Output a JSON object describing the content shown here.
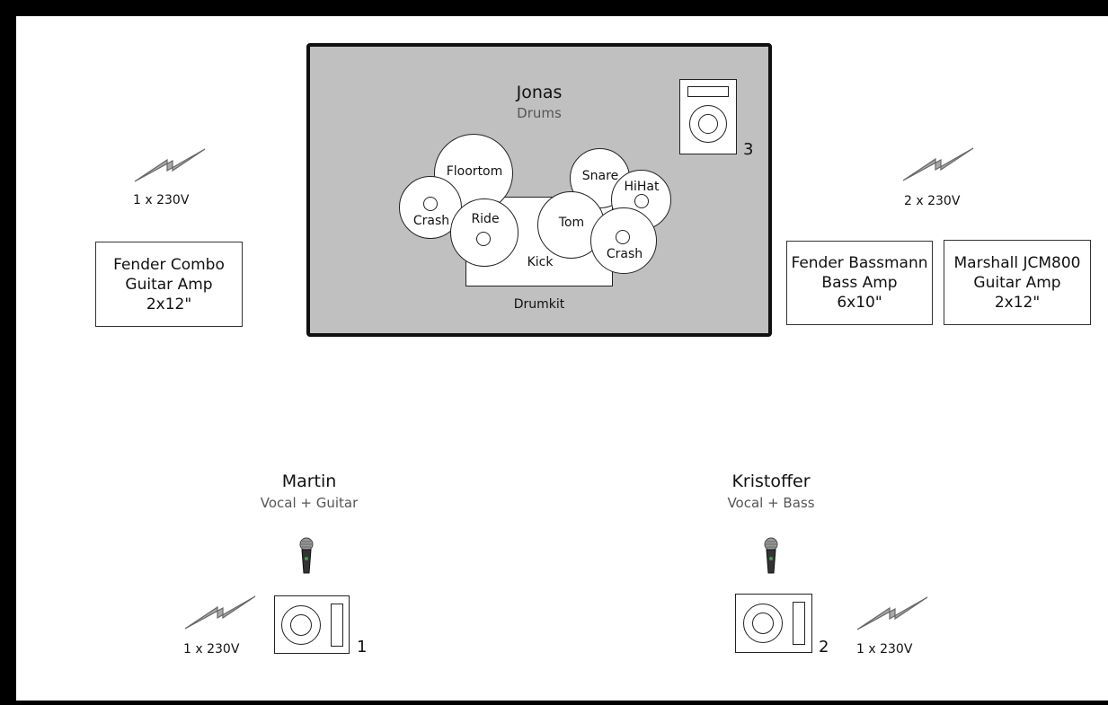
{
  "drummer": {
    "name": "Jonas",
    "role": "Drums"
  },
  "drumkit": {
    "label": "Drumkit",
    "kick": "Kick",
    "floortom": "Floortom",
    "crash_left": "Crash",
    "ride": "Ride",
    "tom": "Tom",
    "snare": "Snare",
    "hihat": "HiHat",
    "crash_right": "Crash"
  },
  "monitors": {
    "m1": "1",
    "m2": "2",
    "m3": "3"
  },
  "amps": {
    "fender_combo": {
      "line1": "Fender Combo",
      "line2": "Guitar Amp",
      "line3": "2x12\""
    },
    "fender_bassmann": {
      "line1": "Fender Bassmann",
      "line2": "Bass Amp",
      "line3": "6x10\""
    },
    "marshall": {
      "line1": "Marshall JCM800",
      "line2": "Guitar Amp",
      "line3": "2x12\""
    }
  },
  "power": {
    "left_top": "1 x 230V",
    "right_top": "2 x 230V",
    "bottom_left": "1 x 230V",
    "bottom_right": "1 x 230V"
  },
  "musicians": {
    "martin": {
      "name": "Martin",
      "role": "Vocal + Guitar"
    },
    "kristoffer": {
      "name": "Kristoffer",
      "role": "Vocal + Bass"
    }
  },
  "icons": [
    "power-bolt-icon",
    "microphone-icon",
    "monitor-wedge-icon"
  ],
  "colors": {
    "riser": "#c0c0c0",
    "frame": "#000000",
    "stage": "#ffffff"
  }
}
